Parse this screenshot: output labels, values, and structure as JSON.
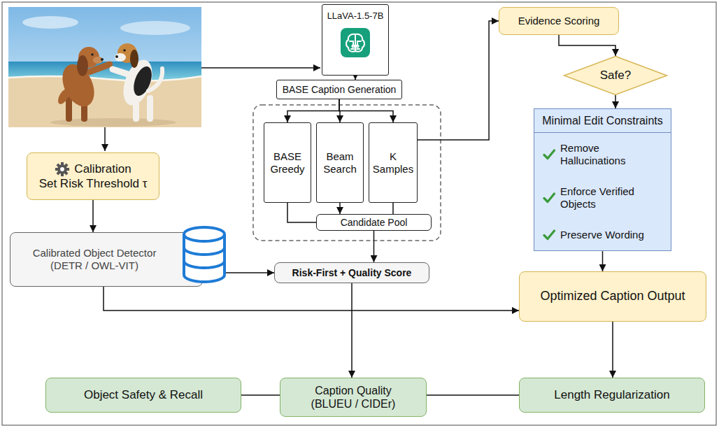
{
  "diagram": {
    "nodes": [
      {
        "text": [
          "LLaVA-1.5-7B"
        ]
      },
      {
        "text": [
          "Evidence Scoring"
        ]
      },
      {
        "text": [
          "Safe?"
        ]
      },
      {
        "text": [
          "BASE Caption Generation"
        ]
      },
      {
        "text": [
          "BASE Greedy"
        ]
      },
      {
        "text": [
          "Beam Search"
        ]
      },
      {
        "text": [
          "K Samples"
        ]
      },
      {
        "text": [
          "Minimal Edit Constraints",
          "Remove Hallucinations",
          "Enforce Verified Objects",
          "Preserve Wording"
        ]
      },
      {
        "text": [
          "Calibration",
          "Set Risk Threshold τ"
        ]
      },
      {
        "text": [
          "Candidate Pool"
        ]
      },
      {
        "text": [
          "Calibrated Object Detector (DETR / OWL-VIT)"
        ]
      },
      {
        "text": [
          "Risk-First + Quality Score"
        ]
      },
      {
        "text": [
          "Optimized Caption Output"
        ]
      },
      {
        "text": [
          "Object Safety & Recall"
        ]
      },
      {
        "text": [
          "Caption Quality (BLUEU / CIDEr)"
        ]
      },
      {
        "text": [
          "Length Regularization"
        ]
      }
    ],
    "edges": [
      {
        "from": 0,
        "to": 3,
        "arrow": "to"
      },
      {
        "from": 3,
        "to": 4,
        "arrow": "to"
      },
      {
        "from": 3,
        "to": 5,
        "arrow": "to"
      },
      {
        "from": 3,
        "to": 6,
        "arrow": "to"
      },
      {
        "from": 4,
        "to": 9,
        "arrow": "none"
      },
      {
        "from": 5,
        "to": 9,
        "arrow": "to"
      },
      {
        "from": 6,
        "to": 9,
        "arrow": "none"
      },
      {
        "from": 6,
        "to": 1,
        "arrow": "to"
      },
      {
        "from": 1,
        "to": 2,
        "arrow": "to"
      },
      {
        "from": 2,
        "to": 7,
        "arrow": "to"
      },
      {
        "from": 7,
        "to": 12,
        "arrow": "to"
      },
      {
        "from": 12,
        "to": 15,
        "arrow": "to"
      },
      {
        "from": 9,
        "to": 11,
        "arrow": "to"
      },
      {
        "from": 11,
        "to": 14,
        "arrow": "to"
      },
      {
        "from": 8,
        "to": 10,
        "arrow": "to"
      },
      {
        "from": 10,
        "to": 11,
        "arrow": "to"
      },
      {
        "from": 10,
        "to": 12,
        "arrow": "to"
      },
      {
        "from": 13,
        "to": 14,
        "arrow": "none"
      },
      {
        "from": 14,
        "to": 15,
        "arrow": "none"
      }
    ]
  }
}
